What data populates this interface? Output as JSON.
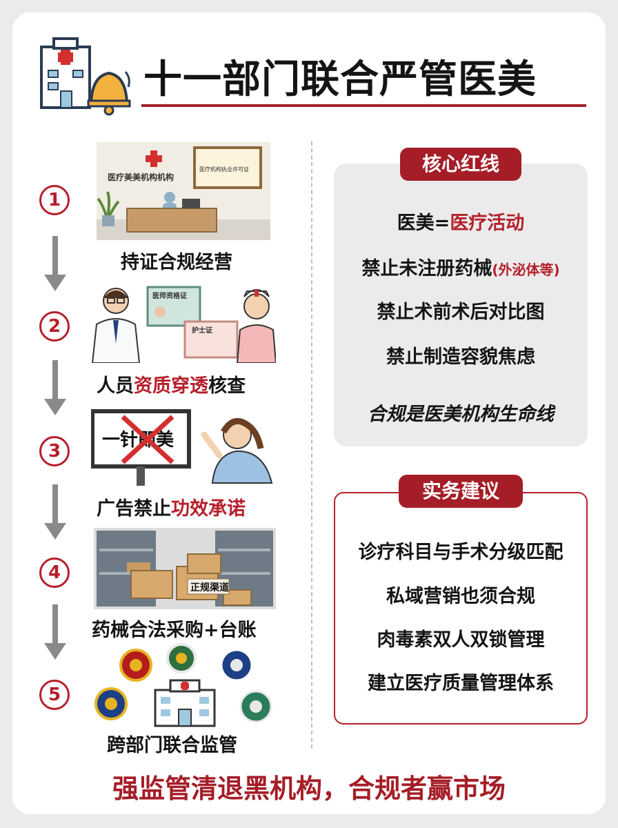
{
  "title": "十一部门联合严管医美",
  "steps": [
    {
      "num": "1",
      "label": "持证合规经营",
      "sign1": "医疗美美机构机构",
      "sign2": "医疗机构执业许可证"
    },
    {
      "num": "2",
      "label_a": "人员",
      "label_b": "资质穿透",
      "label_c": "核查",
      "cert1": "医师资格证",
      "cert2": "护士证"
    },
    {
      "num": "3",
      "label_a": "广告禁止",
      "label_b": "功效承诺",
      "board": "一针即美"
    },
    {
      "num": "4",
      "label": "药械合法采购+台账",
      "box_label": "正规渠道"
    },
    {
      "num": "5",
      "label": "跨部门联合监管"
    }
  ],
  "core": {
    "badge": "核心红线",
    "line1_a": "医美=",
    "line1_b": "医疗活动",
    "line2_a": "禁止未注册药械",
    "line2_b": "(外泌体等)",
    "line3": "禁止术前术后对比图",
    "line4": "禁止制造容貌焦虑",
    "line5": "合规是医美机构生命线"
  },
  "advice": {
    "badge": "实务建议",
    "items": [
      "诊疗科目与手术分级匹配",
      "私域营销也须合规",
      "肉毒素双人双锁管理",
      "建立医疗质量管理体系"
    ]
  },
  "footer": "强监管清退黑机构，合规者赢市场",
  "colors": {
    "accent": "#a51d27",
    "bg": "#ecebea"
  }
}
